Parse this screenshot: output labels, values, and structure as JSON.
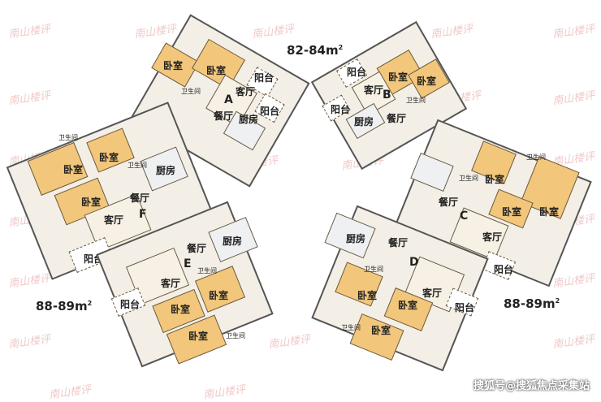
{
  "watermark": "南山楼评",
  "areas": {
    "ab": "82-84",
    "ef": "88-89",
    "cd": "88-89",
    "unit_sup": "2",
    "unit_m": "m"
  },
  "labels": {
    "bedroom": "卧室",
    "living": "客厅",
    "dining": "餐厅",
    "kitchen": "厨房",
    "balcony": "阳台",
    "bathroom": "卫生间"
  },
  "units": [
    "A",
    "B",
    "C",
    "D",
    "E",
    "F"
  ],
  "credit": "搜狐号@搜狐焦点采集站"
}
